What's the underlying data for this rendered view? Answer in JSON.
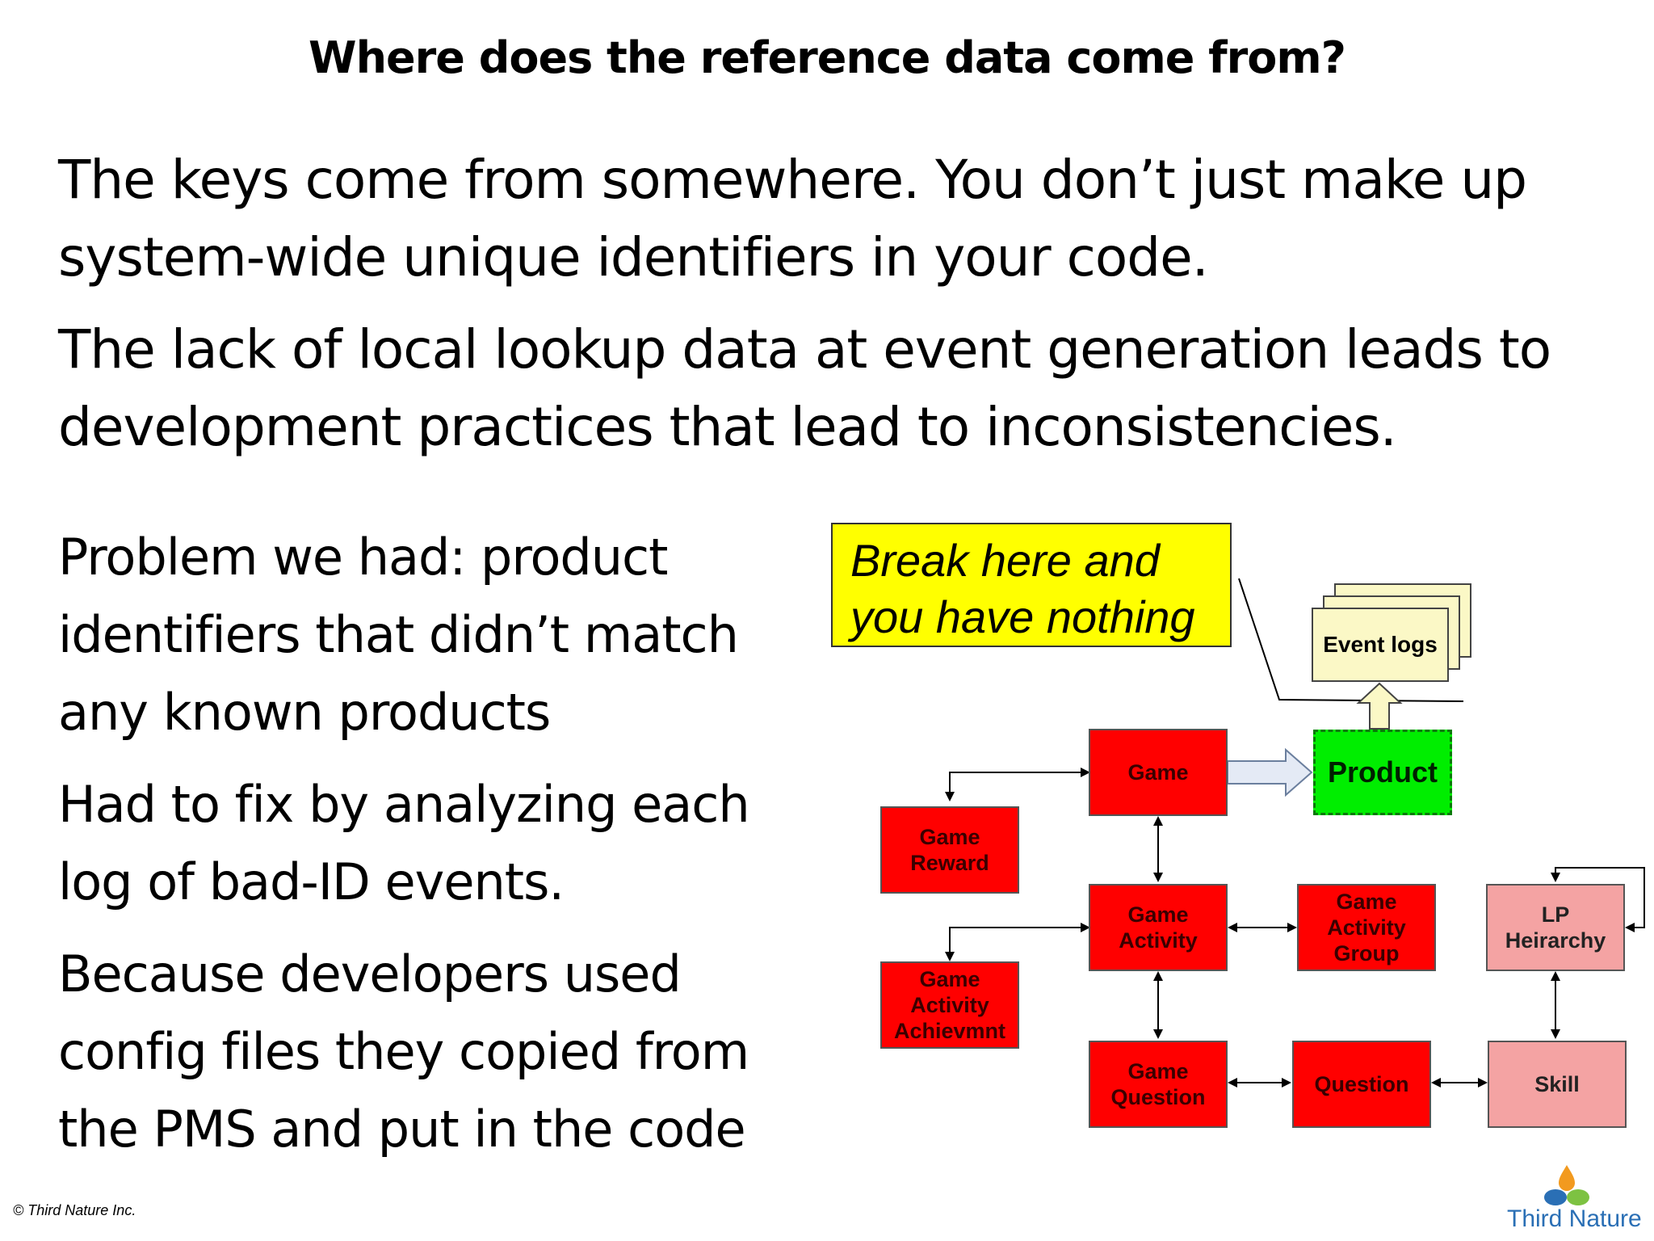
{
  "slide": {
    "title": "Where does the reference data come from?",
    "paragraphs": [
      {
        "line1": "The keys come from somewhere. You don’t just make up",
        "line2": "system-wide unique identifiers in your code."
      },
      {
        "line1": "The lack of local lookup data at event generation leads to",
        "line2": "development practices that lead to inconsistencies."
      }
    ],
    "left_points": [
      {
        "line1": "Problem we had: product",
        "line2": "identifiers that didn’t match",
        "line3": "any known products"
      },
      {
        "line1": "Had to fix by analyzing each",
        "line2": "log of bad-ID events."
      },
      {
        "line1": "Because developers used",
        "line2": "config files they copied from",
        "line3": "the PMS and put in the code"
      }
    ],
    "footer": {
      "copyright": "© Third Nature Inc.",
      "brand": "Third Nature"
    }
  },
  "diagram": {
    "callout": {
      "line1": "Break here and",
      "line2": "you have nothing"
    },
    "event_logs": "Event logs",
    "product": "Product",
    "nodes": {
      "game": "Game",
      "game_reward": "Game\nReward",
      "game_activity": "Game\nActivity",
      "game_activity_group": "Game\nActivity\nGroup",
      "lp_hierarchy": "LP\nHeirarchy",
      "game_activity_achievement": "Game\nActivity\nAchievmnt",
      "game_question": "Game\nQuestion",
      "question": "Question",
      "skill": "Skill"
    },
    "colors": {
      "entity": "#ff0000",
      "product": "#00ee00",
      "external": "#f4a3a3",
      "callout": "#ffff00",
      "logs": "#fbf8c6"
    }
  }
}
